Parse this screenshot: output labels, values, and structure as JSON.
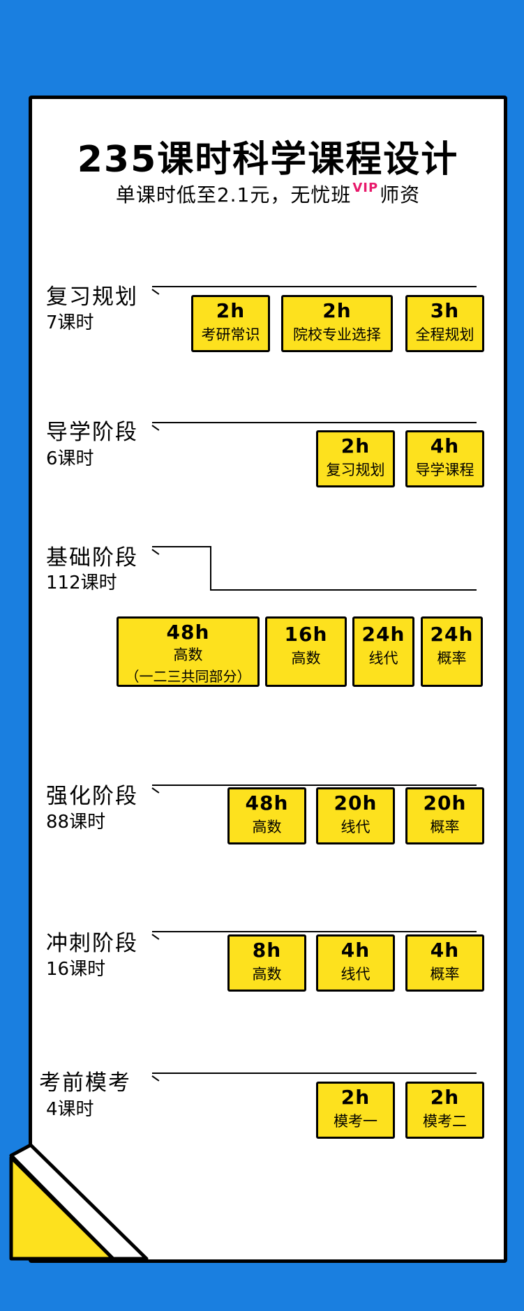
{
  "header": {
    "title": "235课时科学课程设计",
    "subtitle_before": "单课时低至2.1元，无忧班",
    "vip": "VIP",
    "subtitle_after": "师资"
  },
  "stages": {
    "review": {
      "name": "复习规划",
      "hours": "7课时",
      "items": [
        {
          "hours": "2h",
          "name": "考研常识"
        },
        {
          "hours": "2h",
          "name": "院校专业选择"
        },
        {
          "hours": "3h",
          "name": "全程规划"
        }
      ]
    },
    "guide": {
      "name": "导学阶段",
      "hours": "6课时",
      "items": [
        {
          "hours": "2h",
          "name": "复习规划"
        },
        {
          "hours": "4h",
          "name": "导学课程"
        }
      ]
    },
    "basic": {
      "name": "基础阶段",
      "hours": "112课时",
      "items": [
        {
          "hours": "48h",
          "name": "高数",
          "note": "（一二三共同部分）"
        },
        {
          "hours": "16h",
          "name": "高数"
        },
        {
          "hours": "24h",
          "name": "线代"
        },
        {
          "hours": "24h",
          "name": "概率"
        }
      ]
    },
    "strengthen": {
      "name": "强化阶段",
      "hours": "88课时",
      "items": [
        {
          "hours": "48h",
          "name": "高数"
        },
        {
          "hours": "20h",
          "name": "线代"
        },
        {
          "hours": "20h",
          "name": "概率"
        }
      ]
    },
    "sprint": {
      "name": "冲刺阶段",
      "hours": "16课时",
      "items": [
        {
          "hours": "8h",
          "name": "高数"
        },
        {
          "hours": "4h",
          "name": "线代"
        },
        {
          "hours": "4h",
          "name": "概率"
        }
      ]
    },
    "mock": {
      "name": "考前模考",
      "hours": "4课时",
      "items": [
        {
          "hours": "2h",
          "name": "模考一"
        },
        {
          "hours": "2h",
          "name": "模考二"
        }
      ]
    }
  },
  "colors": {
    "background": "#1a7fe0",
    "box": "#fde11e",
    "vip": "#e8196b"
  }
}
